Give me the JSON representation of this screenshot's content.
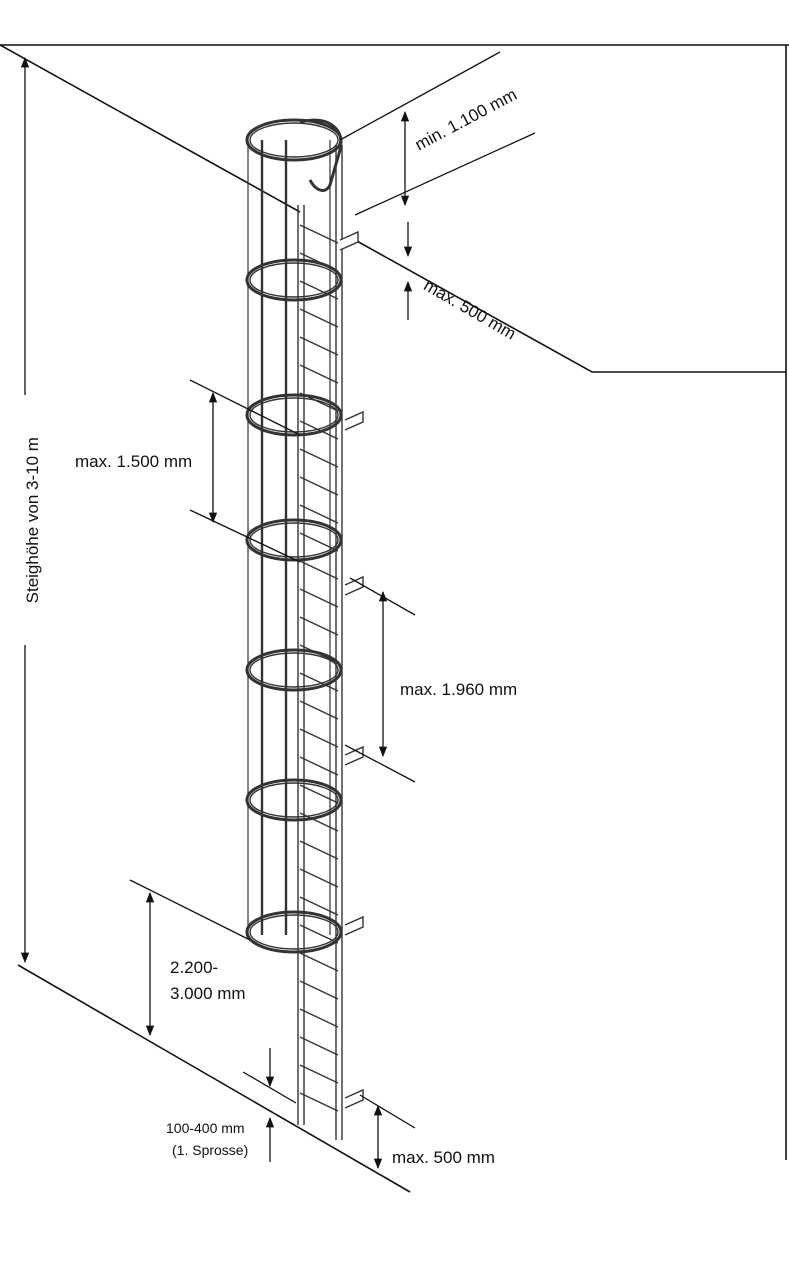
{
  "diagram": {
    "total_height": "Steighöhe von 3-10 m",
    "top_extension": "min. 1.100 mm",
    "top_offset": "max. 500 mm",
    "cage_ring_spacing": "max. 1.500 mm",
    "wall_bracket_spacing": "max. 1.960 mm",
    "cage_start_line1": "2.200-",
    "cage_start_line2": "3.000 mm",
    "first_rung_line1": "100-400 mm",
    "first_rung_line2": "(1. Sprosse)",
    "bottom_offset": "max. 500 mm"
  },
  "colors": {
    "line": "#111111",
    "ladder": "#333333"
  }
}
